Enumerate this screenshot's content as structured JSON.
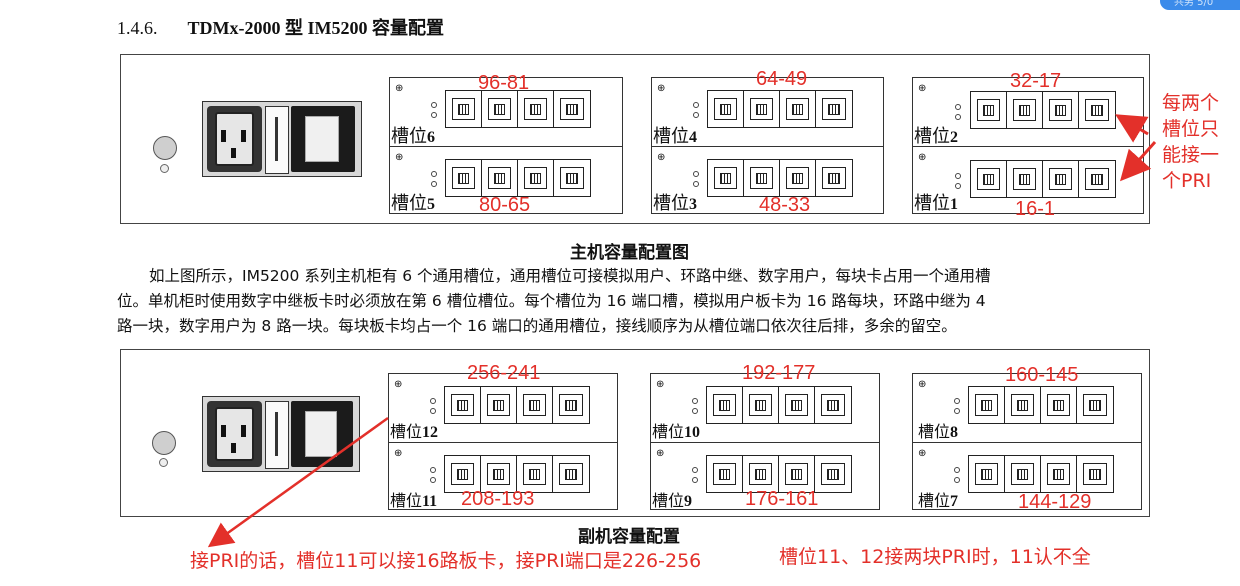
{
  "heading": {
    "number": "1.4.6.",
    "title": "TDMx-2000  型 IM5200 容量配置"
  },
  "top_badge": "共男 5/0",
  "main_chassis": {
    "caption": "主机容量配置图",
    "slots": [
      {
        "prefix": "槽位",
        "num": "6",
        "range": "96-81"
      },
      {
        "prefix": "槽位",
        "num": "5",
        "range": "80-65"
      },
      {
        "prefix": "槽位",
        "num": "4",
        "range": "64-49"
      },
      {
        "prefix": "槽位",
        "num": "3",
        "range": "48-33"
      },
      {
        "prefix": "槽位",
        "num": "2",
        "range": "32-17"
      },
      {
        "prefix": "槽位",
        "num": "1",
        "range": "16-1"
      }
    ],
    "side_note": [
      "每两个",
      "槽位只",
      "能接一",
      "个PRI"
    ]
  },
  "paragraph": [
    "如上图所示，IM5200 系列主机柜有 6 个通用槽位，通用槽位可接模拟用户、环路中继、数字用户，每块卡占用一个通用槽",
    "位。单机柜时使用数字中继板卡时必须放在第 6 槽位槽位。每个槽位为 16 端口槽，模拟用户板卡为 16 路每块，环路中继为 4",
    "路一块，数字用户为 8 路一块。每块板卡均占一个 16 端口的通用槽位，接线顺序为从槽位端口依次往后排，多余的留空。"
  ],
  "sub_chassis": {
    "caption": "副机容量配置",
    "slots": [
      {
        "prefix": "槽位",
        "num": "12",
        "range": "256-241"
      },
      {
        "prefix": "槽位",
        "num": "11",
        "range": "208-193"
      },
      {
        "prefix": "槽位",
        "num": "10",
        "range": "192-177"
      },
      {
        "prefix": "槽位",
        "num": "9",
        "range": "176-161"
      },
      {
        "prefix": "槽位",
        "num": "8",
        "range": "160-145"
      },
      {
        "prefix": "槽位",
        "num": "7",
        "range": "144-129"
      }
    ]
  },
  "notes": {
    "left": "接PRI的话，槽位11可以接16路板卡，接PRI端口是226-256",
    "right": "槽位11、12接两块PRI时，11认不全"
  },
  "icons": {
    "screw": "screw-icon",
    "port": "rj45-port-icon",
    "power": "power-inlet-icon"
  },
  "colors": {
    "annotation_red": "#e3302a",
    "text": "#111111"
  }
}
